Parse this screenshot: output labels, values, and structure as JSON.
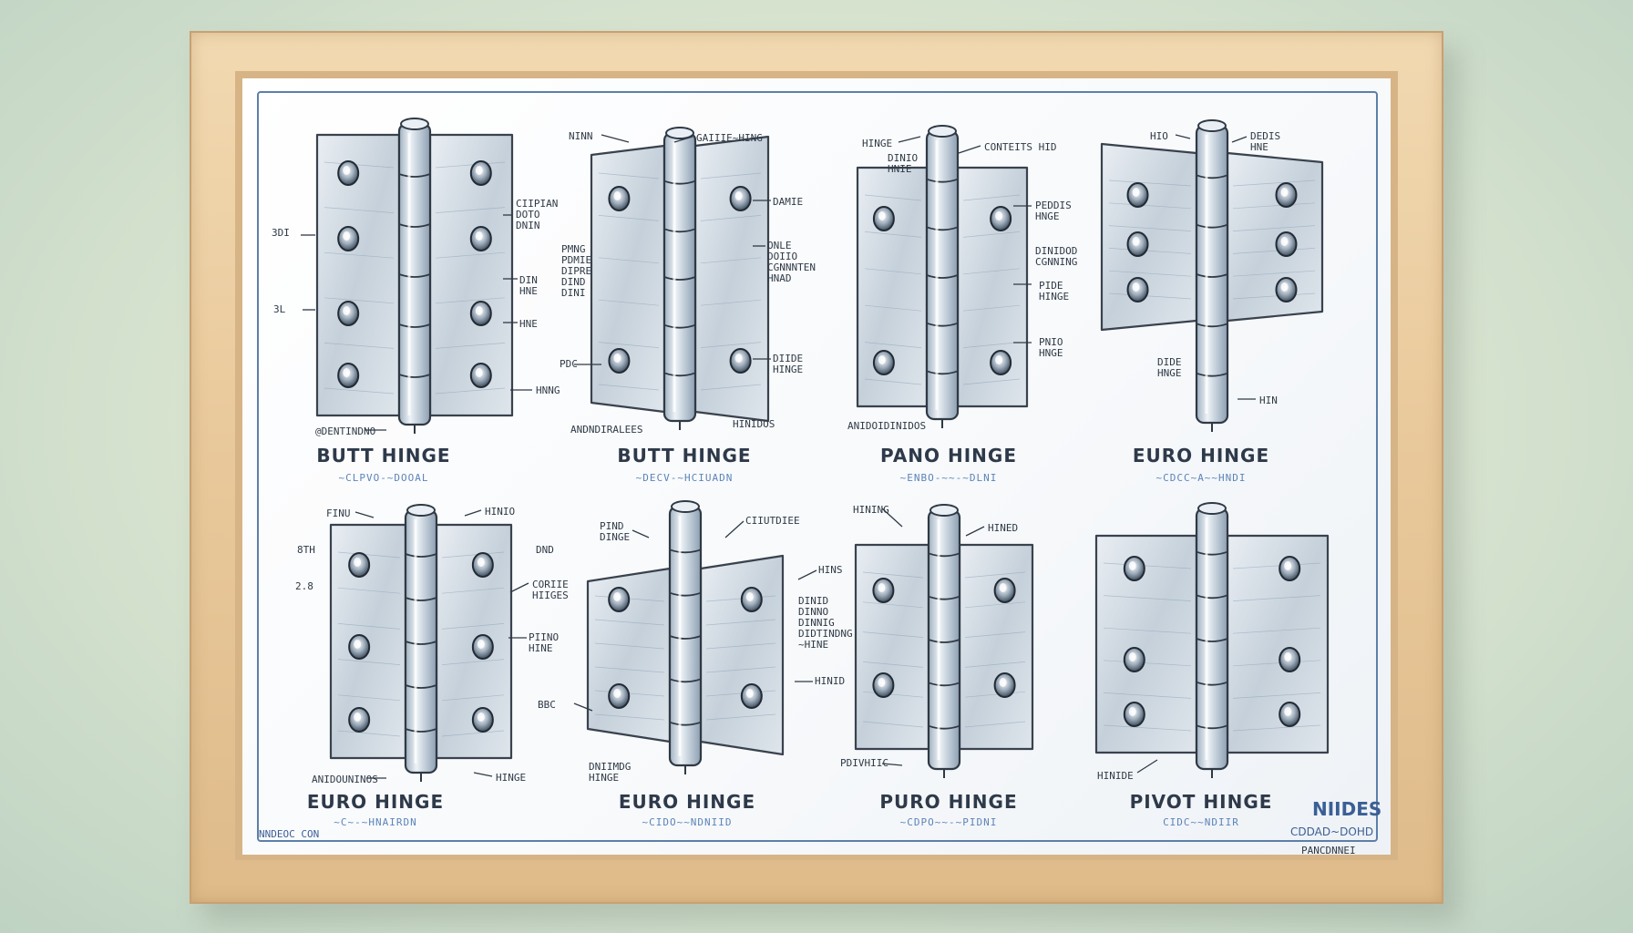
{
  "hinges": [
    {
      "title": "BUTT HINGE",
      "subtitle": "~CLPVO-~DOOAL"
    },
    {
      "title": "BUTT HINGE",
      "subtitle": "~DECV-~HCIUADN"
    },
    {
      "title": "PANO HINGE",
      "subtitle": "~ENBO-~~-~DLNI"
    },
    {
      "title": "EURO HINGE",
      "subtitle": "~CDCC~A~~HNDI"
    },
    {
      "title": "EURO HINGE",
      "subtitle": "~C~-~HNAIRDN"
    },
    {
      "title": "EURO HINGE",
      "subtitle": "~CIDO~~NDNIID"
    },
    {
      "title": "PURO HINGE",
      "subtitle": "~CDPO~~-~PIDNI"
    },
    {
      "title": "PIVOT HINGE",
      "subtitle": "CIDC~~NDIIR"
    }
  ],
  "annotations": {
    "h1": [
      "3DI",
      "3L",
      "CIIPIAN\nDOTO\nDNIN",
      "DIN\nHNE",
      "HNE",
      "HNNG",
      "@DENTINDNO"
    ],
    "h2": [
      "NINN",
      "GAIIIE~HING",
      "DAMIE",
      "PMNG\nPDMIE\nDIPRE\nDIND\nDINI",
      "ONLE\nDOIIO\nCGNNNTEN\nHNAD",
      "PDC",
      "DIIDE\nHINGE",
      "ANDNDIRALEES",
      "HINIDOS"
    ],
    "h3": [
      "HINGE",
      "DINIO\nHNIE",
      "CONTEITS HID",
      "PEDDIS\nHNGE",
      "DINIDOD\nCGNNING",
      "PIDE\nHINGE",
      "PNIO\nHNGE",
      "ANIDOIDINIDOS"
    ],
    "h4": [
      "HIO",
      "DEDIS\nHNE",
      "DIDE\nHNGE",
      "HIN"
    ],
    "h5": [
      "FINU",
      "HINIO",
      "8TH",
      "2.8",
      "CORIIE\nHIIGES",
      "PIINO\nHINE",
      "DND",
      "ANIDOUNINOS",
      "HINGE"
    ],
    "h6": [
      "PIND\nDINGE",
      "CIIUTDIEE",
      "HINS",
      "DINID\nDINNO\nDINNIG\nDIDTINDNG\n~HINE",
      "HINID",
      "BBC",
      "DNIIMDG\nHINGE"
    ],
    "h7": [
      "HINING",
      "HINED",
      "PDIVHIIC"
    ],
    "h8": [
      "HINIDE"
    ]
  },
  "footer": {
    "left": "NNDEOC CON",
    "right_title": "NIIDES",
    "right_sub": "CDDAD~DOHD",
    "bottom_right": "PANCDNNEI"
  },
  "colors": {
    "frame": "#e8c89a",
    "paper": "#f7f9fb",
    "border": "#5d7fa8",
    "metal": "#c7d2dc",
    "ink": "#2e3a4a",
    "accent": "#5c84b8"
  }
}
